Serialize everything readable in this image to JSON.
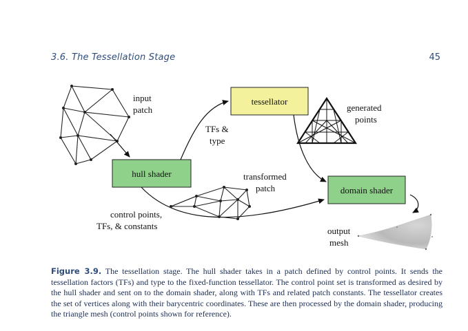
{
  "header": {
    "section": "3.6. The Tessellation Stage",
    "page_number": "45"
  },
  "diagram": {
    "labels": {
      "input_patch_1": "input",
      "input_patch_2": "patch",
      "tfs_type_1": "TFs &",
      "tfs_type_2": "type",
      "generated_points_1": "generated",
      "generated_points_2": "points",
      "transformed_patch_1": "transformed",
      "transformed_patch_2": "patch",
      "control_points_1": "control points,",
      "control_points_2": "TFs, & constants",
      "output_mesh_1": "output",
      "output_mesh_2": "mesh"
    },
    "boxes": {
      "tessellator": "tessellator",
      "hull_shader": "hull shader",
      "domain_shader": "domain shader"
    },
    "colors": {
      "tessellator_fill": "#f4f19c",
      "shader_fill": "#8fd18b",
      "header_text": "#2e4c7a",
      "caption_text": "#1b2d52"
    }
  },
  "caption": {
    "figure_label": "Figure 3.9.",
    "text": "The tessellation stage. The hull shader takes in a patch defined by control points. It sends the tessellation factors (TFs) and type to the fixed-function tessellator. The control point set is transformed as desired by the hull shader and sent on to the domain shader, along with TFs and related patch constants. The tessellator creates the set of vertices along with their barycentric coordinates. These are then processed by the domain shader, producing the triangle mesh (control points shown for reference)."
  }
}
